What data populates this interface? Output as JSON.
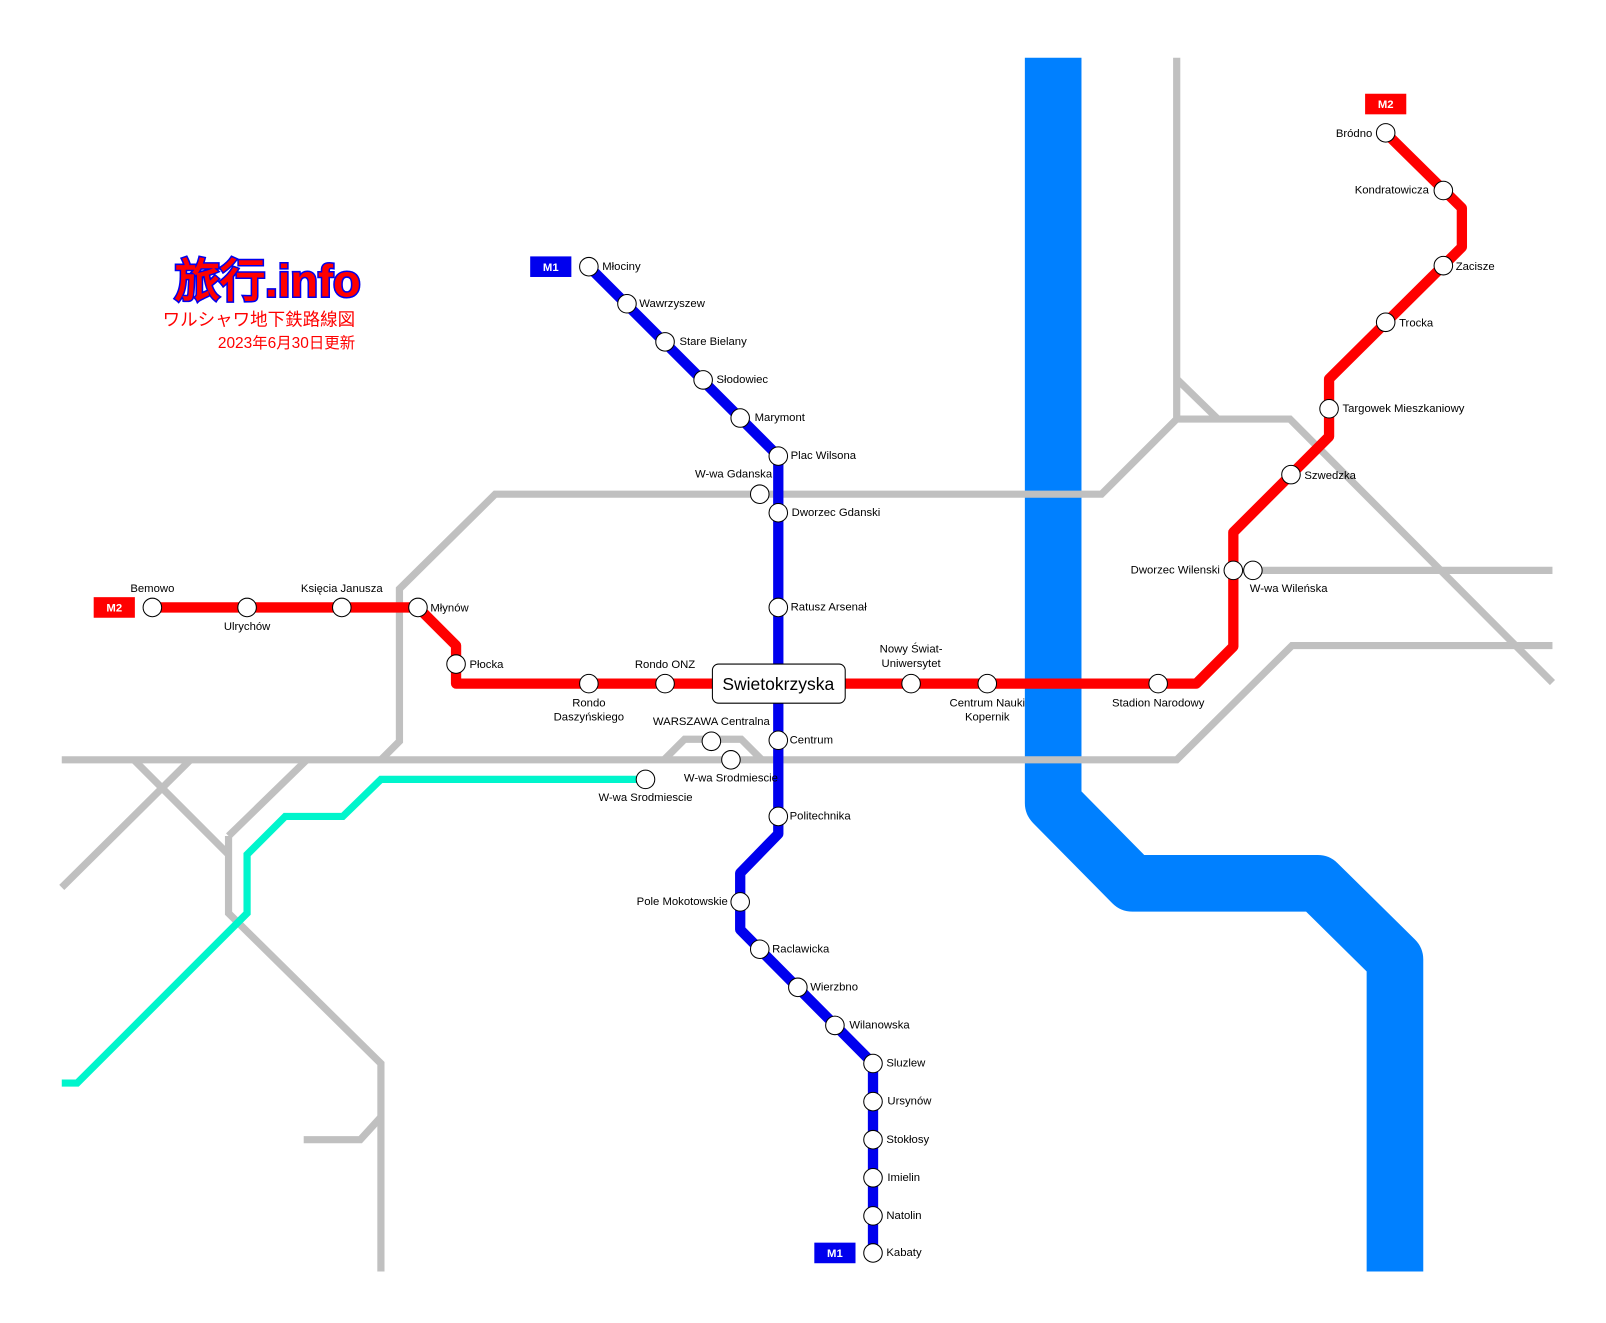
{
  "logo": {
    "text": "旅行.info",
    "subtitle": "ワルシャワ地下鉄路線図",
    "updated": "2023年6月30日更新"
  },
  "badges": {
    "m1": "M1",
    "m2": "M2"
  },
  "colors": {
    "m1": "#0000ee",
    "m2": "#ff0000",
    "river": "#0080ff",
    "rail": "#c0c0c0",
    "skm": "#00f5cc"
  },
  "m1_stations": [
    "Młociny",
    "Wawrzyszew",
    "Stare Bielany",
    "Słodowiec",
    "Marymont",
    "Plac Wilsona",
    "Dworzec Gdanski",
    "Ratusz Arsenał",
    "Centrum",
    "Politechnika",
    "Pole Mokotowskie",
    "Raclawicka",
    "Wierzbno",
    "Wilanowska",
    "Sluzlew",
    "Ursynów",
    "Stokłosy",
    "Imielin",
    "Natolin",
    "Kabaty"
  ],
  "m2_stations": [
    "Bemowo",
    "Ulrychów",
    "Księcia Janusza",
    "Młynów",
    "Płocka",
    "Rondo Daszyńskiego",
    "Rondo ONZ",
    "Nowy Świat-Uniwersytet",
    "Centrum Nauki Kopernik",
    "Stadion Narodowy",
    "Dworzec Wilenski",
    "Szwedzka",
    "Targowek Mieszkaniowy",
    "Trocka",
    "Zacisze",
    "Kondratowicza",
    "Bródno"
  ],
  "interchange": "Swietokrzyska",
  "rail_stations": [
    "W-wa Gdanska",
    "W-wa Wileńska",
    "WARSZAWA Centralna",
    "W-wa Srodmiescie",
    "W-wa Srodmiescie"
  ]
}
